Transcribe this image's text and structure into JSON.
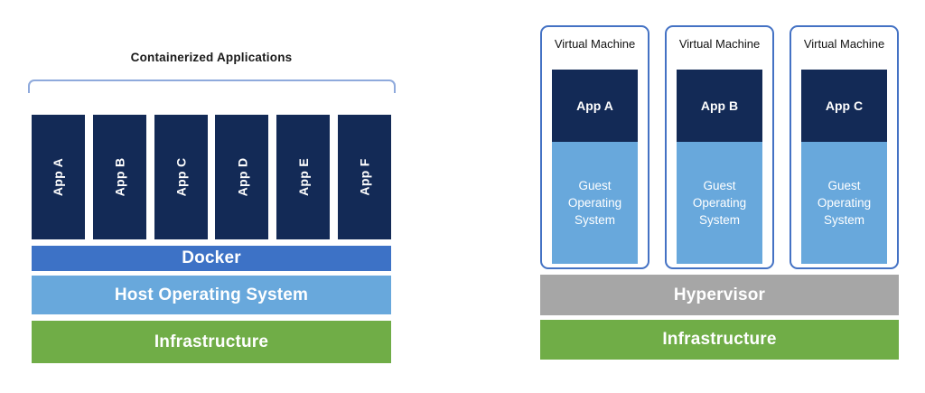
{
  "diagram": {
    "left": {
      "title": "Containerized Applications",
      "apps": [
        "App A",
        "App B",
        "App C",
        "App D",
        "App E",
        "App F"
      ],
      "layers": {
        "docker": "Docker",
        "host_os": "Host Operating System",
        "infrastructure": "Infrastructure"
      }
    },
    "right": {
      "vm_label": "Virtual Machine",
      "vms": [
        {
          "app": "App A",
          "guest_os": "Guest Operating System"
        },
        {
          "app": "App B",
          "guest_os": "Guest Operating System"
        },
        {
          "app": "App C",
          "guest_os": "Guest Operating System"
        }
      ],
      "layers": {
        "hypervisor": "Hypervisor",
        "infrastructure": "Infrastructure"
      }
    },
    "palette": {
      "app_navy": "#132a56",
      "docker_blue": "#3d72c6",
      "host_os_blue": "#68a8dc",
      "guest_os_blue": "#68a8dc",
      "infrastructure_green": "#70ad47",
      "hypervisor_gray": "#a6a6a6",
      "vm_border_blue": "#4472c4",
      "bracket_blue": "#8faadc"
    }
  }
}
